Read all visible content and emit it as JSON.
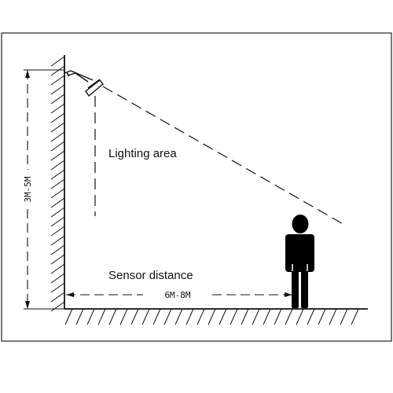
{
  "diagram": {
    "labels": {
      "lighting_area": "Lighting area",
      "sensor_distance": "Sensor distance",
      "height_range": "3M-5M",
      "distance_range": "6M-8M"
    },
    "colors": {
      "line": "#111111",
      "background": "#ffffff"
    }
  }
}
